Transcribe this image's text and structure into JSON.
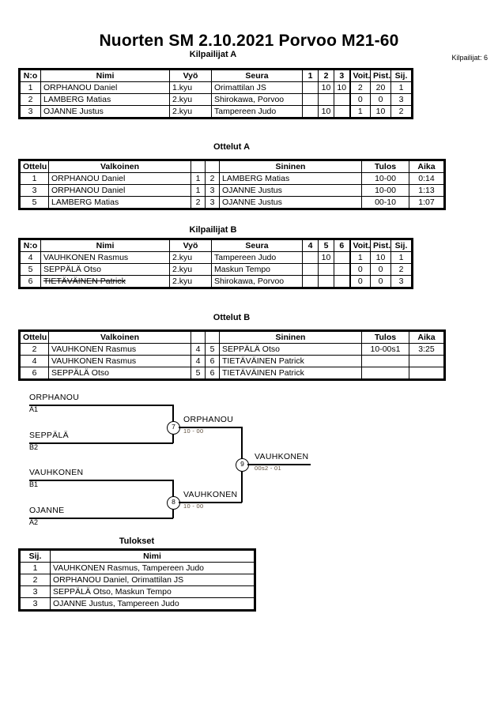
{
  "header": {
    "title": "Nuorten SM  2.10.2021  Porvoo   M21-60",
    "entrants": "Kilpailijat: 6"
  },
  "pools": [
    {
      "caption": "Kilpailijat A",
      "columns": [
        "N:o",
        "Nimi",
        "Vyö",
        "Seura",
        "1",
        "2",
        "3",
        "Voit.",
        "Pist.",
        "Sij."
      ],
      "rows": [
        {
          "no": "1",
          "name": "ORPHANOU Daniel",
          "belt": "1.kyu",
          "club": "Orimattilan JS",
          "m1": "",
          "m2": "10",
          "m3": "10",
          "wins": "2",
          "points": "20",
          "rank": "1",
          "struck": false
        },
        {
          "no": "2",
          "name": "LAMBERG Matias",
          "belt": "2.kyu",
          "club": "Shirokawa, Porvoo",
          "m1": "",
          "m2": "",
          "m3": "",
          "wins": "0",
          "points": "0",
          "rank": "3",
          "struck": false
        },
        {
          "no": "3",
          "name": "OJANNE Justus",
          "belt": "2.kyu",
          "club": "Tampereen Judo",
          "m1": "",
          "m2": "10",
          "m3": "",
          "wins": "1",
          "points": "10",
          "rank": "2",
          "struck": false
        }
      ]
    },
    {
      "caption": "Kilpailijat B",
      "columns": [
        "N:o",
        "Nimi",
        "Vyö",
        "Seura",
        "4",
        "5",
        "6",
        "Voit.",
        "Pist.",
        "Sij."
      ],
      "rows": [
        {
          "no": "4",
          "name": "VAUHKONEN Rasmus",
          "belt": "2.kyu",
          "club": "Tampereen Judo",
          "m1": "",
          "m2": "10",
          "m3": "",
          "wins": "1",
          "points": "10",
          "rank": "1",
          "struck": false
        },
        {
          "no": "5",
          "name": "SEPPÄLÄ Otso",
          "belt": "2.kyu",
          "club": "Maskun Tempo",
          "m1": "",
          "m2": "",
          "m3": "",
          "wins": "0",
          "points": "0",
          "rank": "2",
          "struck": false
        },
        {
          "no": "6",
          "name": "TIETÄVÄINEN Patrick",
          "belt": "2.kyu",
          "club": "Shirokawa, Porvoo",
          "m1": "",
          "m2": "",
          "m3": "",
          "wins": "0",
          "points": "0",
          "rank": "3",
          "struck": true
        }
      ]
    }
  ],
  "matchtables": [
    {
      "caption": "Ottelut A",
      "columns": [
        "Ottelu",
        "Valkoinen",
        "",
        "",
        "Sininen",
        "Tulos",
        "Aika"
      ],
      "rows": [
        {
          "no": "1",
          "white": "ORPHANOU Daniel",
          "wn": "1",
          "bn": "2",
          "blue": "LAMBERG Matias",
          "result": "10-00",
          "time": "0:14"
        },
        {
          "no": "3",
          "white": "ORPHANOU Daniel",
          "wn": "1",
          "bn": "3",
          "blue": "OJANNE Justus",
          "result": "10-00",
          "time": "1:13"
        },
        {
          "no": "5",
          "white": "LAMBERG Matias",
          "wn": "2",
          "bn": "3",
          "blue": "OJANNE Justus",
          "result": "00-10",
          "time": "1:07"
        }
      ]
    },
    {
      "caption": "Ottelut B",
      "columns": [
        "Ottelu",
        "Valkoinen",
        "",
        "",
        "Sininen",
        "Tulos",
        "Aika"
      ],
      "rows": [
        {
          "no": "2",
          "white": "VAUHKONEN Rasmus",
          "wn": "4",
          "bn": "5",
          "blue": "SEPPÄLÄ Otso",
          "result": "10-00s1",
          "time": "3:25"
        },
        {
          "no": "4",
          "white": "VAUHKONEN Rasmus",
          "wn": "4",
          "bn": "6",
          "blue": "TIETÄVÄINEN Patrick",
          "result": "",
          "time": ""
        },
        {
          "no": "6",
          "white": "SEPPÄLÄ Otso",
          "wn": "5",
          "bn": "6",
          "blue": "TIETÄVÄINEN Patrick",
          "result": "",
          "time": ""
        }
      ]
    }
  ],
  "bracket": {
    "entries": [
      {
        "name": "ORPHANOU",
        "seed": "A1"
      },
      {
        "name": "SEPPÄLÄ",
        "seed": "B2"
      },
      {
        "name": "VAUHKONEN",
        "seed": "B1"
      },
      {
        "name": "OJANNE",
        "seed": "A2"
      }
    ],
    "semifinals": [
      {
        "number": "7",
        "winner": "ORPHANOU",
        "score": "10 - 00"
      },
      {
        "number": "8",
        "winner": "VAUHKONEN",
        "score": "10 - 00"
      }
    ],
    "final": {
      "number": "9",
      "winner": "VAUHKONEN",
      "score": "00s2 - 01"
    }
  },
  "results": {
    "caption": "Tulokset",
    "columns": [
      "Sij.",
      "Nimi"
    ],
    "rows": [
      {
        "rank": "1",
        "name": "VAUHKONEN Rasmus, Tampereen Judo"
      },
      {
        "rank": "2",
        "name": "ORPHANOU Daniel, Orimattilan JS"
      },
      {
        "rank": "3",
        "name": "SEPPÄLÄ Otso, Maskun Tempo"
      },
      {
        "rank": "3",
        "name": "OJANNE Justus, Tampereen Judo"
      }
    ]
  }
}
